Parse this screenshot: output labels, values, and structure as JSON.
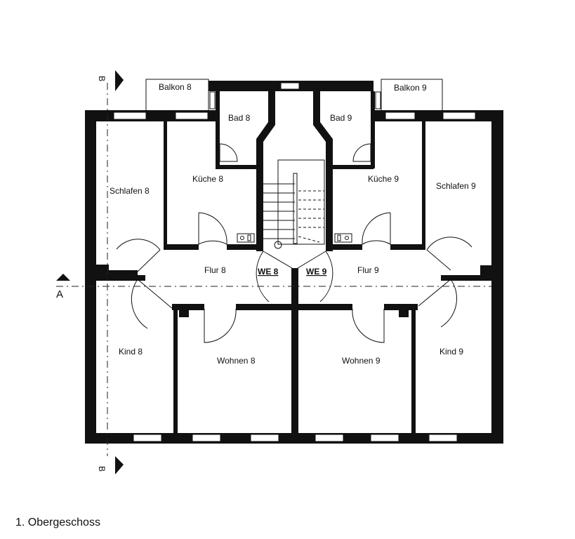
{
  "caption": "1. Obergeschoss",
  "section_markers": {
    "a": "A",
    "b_top": "B",
    "b_bottom": "B"
  },
  "rooms": {
    "balkon8": "Balkon 8",
    "bad8": "Bad 8",
    "kueche8": "Küche 8",
    "schlafen8": "Schlafen 8",
    "flur8": "Flur 8",
    "we8": "WE 8",
    "kind8": "Kind 8",
    "wohnen8": "Wohnen 8",
    "balkon9": "Balkon 9",
    "bad9": "Bad 9",
    "kueche9": "Küche 9",
    "schlafen9": "Schlafen 9",
    "flur9": "Flur 9",
    "we9": "WE 9",
    "wohnen9": "Wohnen 9",
    "kind9": "Kind 9"
  }
}
